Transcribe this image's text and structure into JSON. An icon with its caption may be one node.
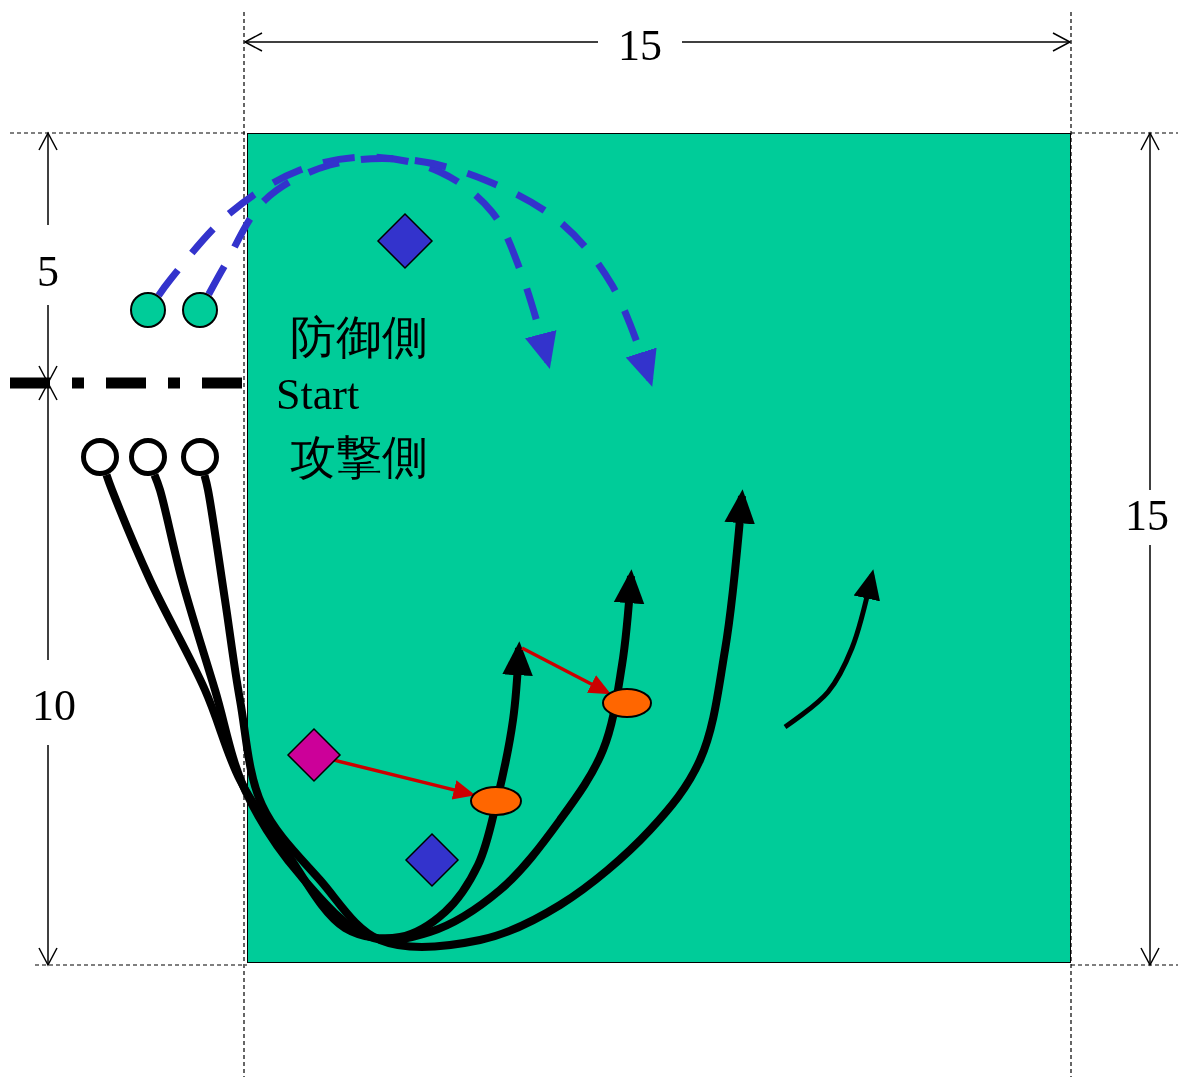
{
  "diagram": {
    "nodes": [
      {
        "text": [],
        "shape": "box"
      },
      {
        "text": [],
        "shape": "circle"
      },
      {
        "text": [],
        "shape": "circle"
      },
      {
        "text": [],
        "shape": "circle"
      },
      {
        "text": [],
        "shape": "circle"
      },
      {
        "text": [],
        "shape": "circle"
      },
      {
        "text": [],
        "shape": "diamond",
        "in": 0
      },
      {
        "text": [],
        "shape": "diamond",
        "in": 0
      },
      {
        "text": [],
        "shape": "diamond",
        "in": 0
      },
      {
        "text": [],
        "shape": "ellipse",
        "in": 0
      },
      {
        "text": [],
        "shape": "ellipse",
        "in": 0
      }
    ],
    "edges": [
      {
        "from": 1,
        "to": null,
        "arrow": "to",
        "style": "dashed",
        "color": "#3333cc"
      },
      {
        "from": 2,
        "to": null,
        "arrow": "to",
        "style": "dashed",
        "color": "#3333cc"
      },
      {
        "from": 3,
        "to": null,
        "arrow": "to"
      },
      {
        "from": 4,
        "to": null,
        "arrow": "to"
      },
      {
        "from": 5,
        "to": null,
        "arrow": "to"
      },
      {
        "from": 7,
        "to": 9,
        "arrow": "to",
        "color": "#cc0000"
      },
      {
        "from": null,
        "to": 10,
        "arrow": "to",
        "color": "#cc0000"
      }
    ],
    "labels": [
      "15",
      "5",
      "防御側",
      "Start",
      "攻撃側",
      "15",
      "10"
    ]
  }
}
